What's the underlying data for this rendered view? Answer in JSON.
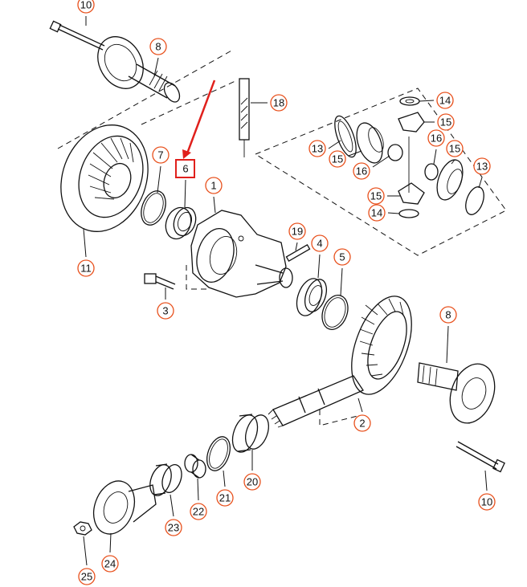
{
  "diagram": {
    "highlight_color": "#e0201c",
    "callout_ring_color": "#e8501c",
    "ink_color": "#111111",
    "highlighted_part": "6",
    "callouts": [
      {
        "id": "c10a",
        "label": "10"
      },
      {
        "id": "c8a",
        "label": "8"
      },
      {
        "id": "c18",
        "label": "18"
      },
      {
        "id": "c14a",
        "label": "14"
      },
      {
        "id": "c15a",
        "label": "15"
      },
      {
        "id": "c13a",
        "label": "13"
      },
      {
        "id": "c16a",
        "label": "16"
      },
      {
        "id": "c15b",
        "label": "15"
      },
      {
        "id": "c15c",
        "label": "15"
      },
      {
        "id": "c16b",
        "label": "16"
      },
      {
        "id": "c13b",
        "label": "13"
      },
      {
        "id": "c15d",
        "label": "15"
      },
      {
        "id": "c14b",
        "label": "14"
      },
      {
        "id": "c7",
        "label": "7"
      },
      {
        "id": "c6",
        "label": "6"
      },
      {
        "id": "c1",
        "label": "1"
      },
      {
        "id": "c11",
        "label": "11"
      },
      {
        "id": "c19",
        "label": "19"
      },
      {
        "id": "c4",
        "label": "4"
      },
      {
        "id": "c5",
        "label": "5"
      },
      {
        "id": "c3",
        "label": "3"
      },
      {
        "id": "c8b",
        "label": "8"
      },
      {
        "id": "c2",
        "label": "2"
      },
      {
        "id": "c20",
        "label": "20"
      },
      {
        "id": "c21",
        "label": "21"
      },
      {
        "id": "c22",
        "label": "22"
      },
      {
        "id": "c23",
        "label": "23"
      },
      {
        "id": "c24",
        "label": "24"
      },
      {
        "id": "c25",
        "label": "25"
      },
      {
        "id": "c10b",
        "label": "10"
      }
    ]
  }
}
